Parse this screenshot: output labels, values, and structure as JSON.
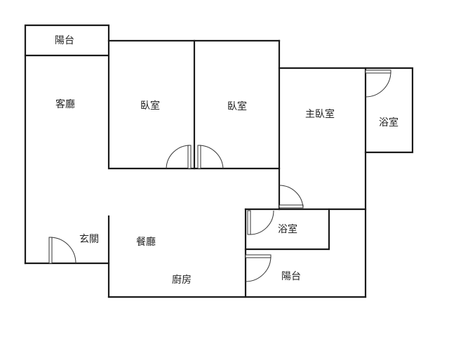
{
  "floorplan": {
    "rooms": {
      "balcony_top": "陽台",
      "living_room": "客廳",
      "bedroom_1": "臥室",
      "bedroom_2": "臥室",
      "master_bedroom": "主臥室",
      "master_bathroom": "浴室",
      "bathroom": "浴室",
      "entrance": "玄關",
      "dining_room": "餐廳",
      "kitchen": "廚房",
      "balcony_bottom": "陽台"
    }
  }
}
